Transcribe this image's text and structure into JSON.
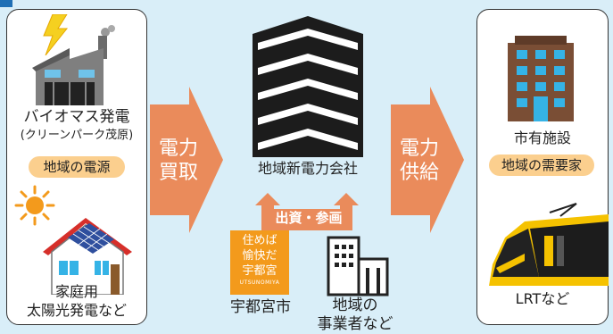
{
  "left": {
    "biomass_line1": "バイオマス発電",
    "biomass_line2": "(クリーンパーク茂原)",
    "source_badge": "地域の電源",
    "household_line1": "家庭用",
    "household_line2": "太陽光発電など"
  },
  "center": {
    "buy_line1": "電力",
    "buy_line2": "買取",
    "company": "地域新電力会社",
    "supply_line1": "電力",
    "supply_line2": "供給",
    "invest_label": "出資・参画",
    "logo_lines": [
      "住めば",
      "愉快だ",
      "宇都宮"
    ],
    "logo_sub": "UTSUNOMIYA",
    "city": "宇都宮市",
    "business_line1": "地域の",
    "business_line2": "事業者など"
  },
  "right": {
    "facility": "市有施設",
    "demand_badge": "地域の需要家",
    "lrt": "LRTなど"
  },
  "colors": {
    "background": "#d9eef8",
    "arrow": "#ea8b5b",
    "badge": "#fbcf8e",
    "building_dark": "#1c1c1c",
    "hospital": "#7a4e35",
    "window_blue": "#35b3e6",
    "lrt_yellow": "#f5c200"
  },
  "icons": [
    "factory-icon",
    "lightning-icon",
    "sun-icon",
    "house-solar-icon",
    "company-building-icon",
    "city-logo",
    "office-building-icon",
    "hospital-building-icon",
    "lrt-train-icon"
  ]
}
